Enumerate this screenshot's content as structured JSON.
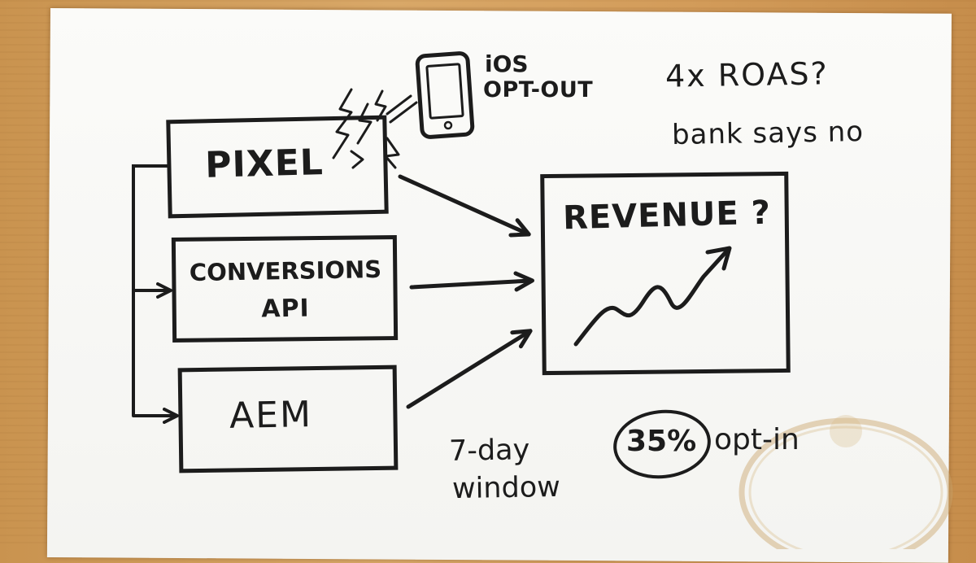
{
  "nodes": {
    "pixel": "PIXEL",
    "capi_line1": "CONVERSIONS",
    "capi_line2": "API",
    "aem": "AEM",
    "revenue": "REVENUE ?"
  },
  "notes": {
    "ios_line1": "iOS",
    "ios_line2": "OPT-OUT",
    "roas": "4x ROAS?",
    "bank": "bank says no",
    "window_line1": "7-day",
    "window_line2": "window",
    "optin_pct": "35%",
    "optin_label": "opt-in"
  },
  "colors": {
    "ink": "#1c1c1c",
    "paper": "#f7f7f4",
    "table": "#d4a062",
    "coffee_stain": "#c9a36b"
  },
  "icons": [
    "phone-icon",
    "lightning-icon",
    "trend-arrow-icon"
  ]
}
